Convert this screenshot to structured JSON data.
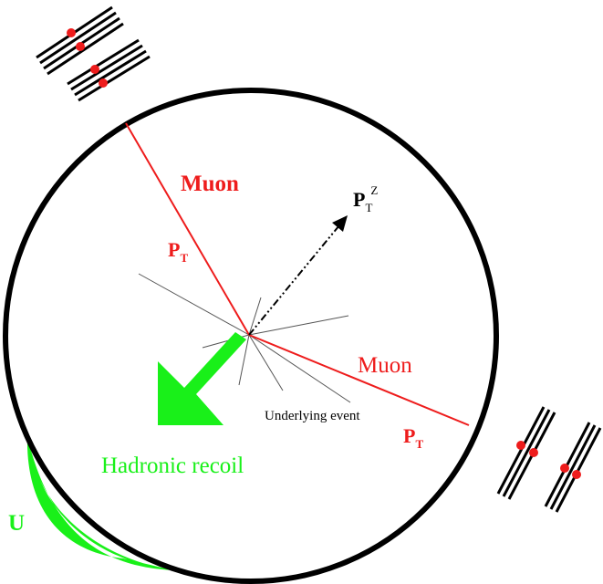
{
  "labels": {
    "muon_upper": "Muon",
    "pt_upper": "P",
    "pt_upper_sub": "T",
    "ptz_main": "P",
    "ptz_sub": "T",
    "ptz_sup": "Z",
    "muon_lower": "Muon",
    "pt_lower": "P",
    "pt_lower_sub": "T",
    "underlying_event": "Underlying event",
    "hadronic_recoil": "Hadronic recoil",
    "u_label": "U"
  },
  "colors": {
    "muon": "#ee1c1c",
    "recoil": "#19f019",
    "outline": "#000000",
    "track": "#555555"
  }
}
